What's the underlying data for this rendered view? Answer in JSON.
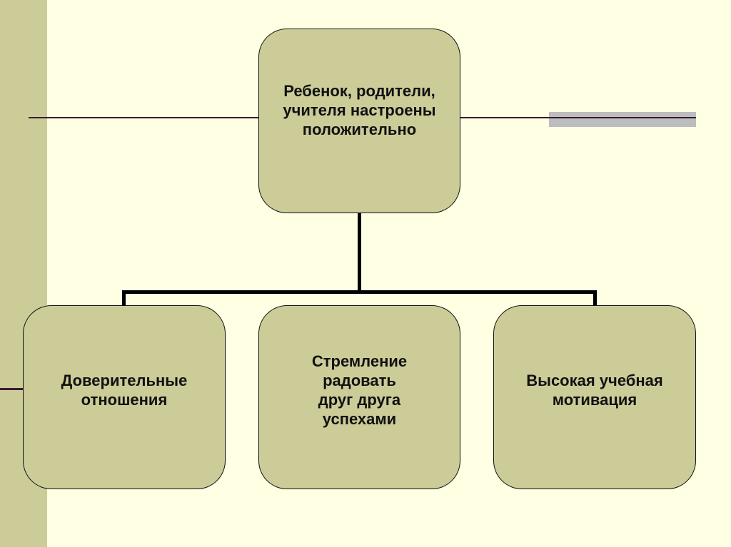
{
  "top_node": {
    "text": "Ребенок, родители,\nучителя настроены\nположительно"
  },
  "children": [
    {
      "text": "Доверительные\nотношения"
    },
    {
      "text": "Стремление\nрадовать\nдруг друга\nуспехами"
    },
    {
      "text": "Высокая учебная\nмотивация"
    }
  ]
}
